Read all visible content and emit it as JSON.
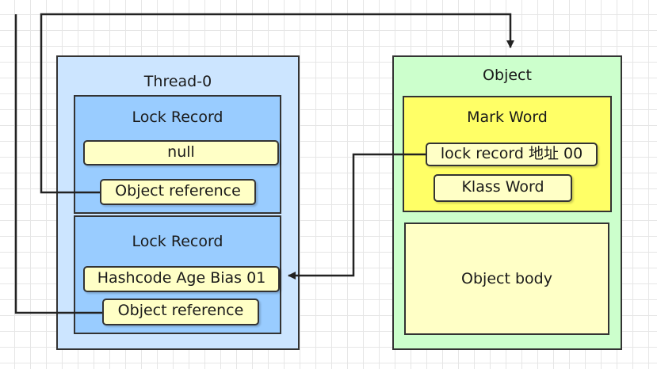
{
  "thread": {
    "title": "Thread-0",
    "records": [
      {
        "title": "Lock Record",
        "field_1": "null",
        "field_2": "Object reference"
      },
      {
        "title": "Lock Record",
        "field_1": "Hashcode Age Bias 01",
        "field_2": "Object reference"
      }
    ]
  },
  "object": {
    "title": "Object",
    "mark_word": {
      "title": "Mark Word",
      "lock_record_addr": "lock record 地址 00",
      "klass_word": "Klass Word"
    },
    "body": "Object body"
  },
  "colors": {
    "thread_fill": "#cce5ff",
    "record_fill": "#99ccff",
    "object_fill": "#ccffcc",
    "mark_word_fill": "#ffff66",
    "field_fill": "#ffffc6",
    "body_fill": "#ffffc6",
    "stroke": "#333333"
  }
}
